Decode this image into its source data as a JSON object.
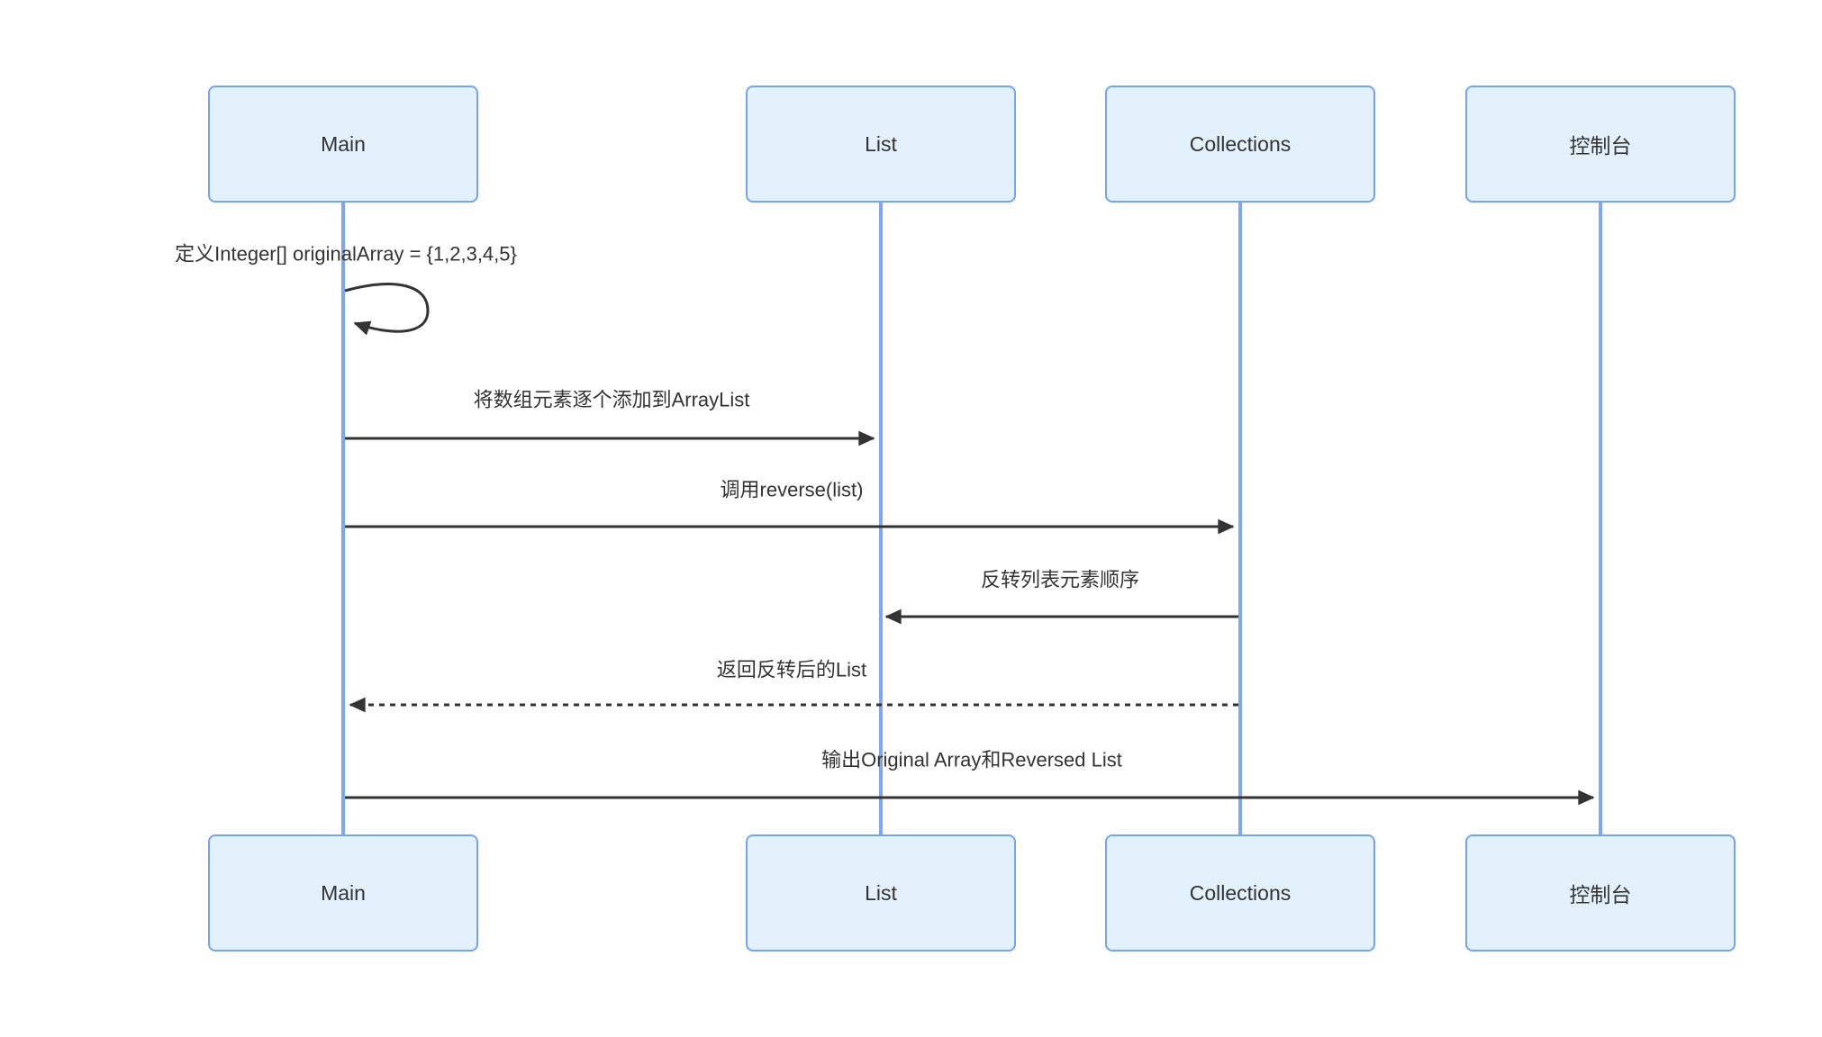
{
  "diagram": {
    "type": "sequence-diagram",
    "background": "#ffffff",
    "colors": {
      "actor_fill": "#e3f1fc",
      "actor_border": "#76a3ee",
      "lifeline": "#7da7f2",
      "message_line": "#333333",
      "text": "#333333"
    },
    "actors": [
      {
        "name": "Main"
      },
      {
        "name": "List"
      },
      {
        "name": "Collections"
      },
      {
        "name": "控制台"
      }
    ],
    "messages": [
      {
        "text": "定义Integer[] originalArray = {1,2,3,4,5}",
        "from": "Main",
        "to": "Main",
        "line": "solid",
        "kind": "self"
      },
      {
        "text": "将数组元素逐个添加到ArrayList",
        "from": "Main",
        "to": "List",
        "line": "solid",
        "kind": "call"
      },
      {
        "text": "调用reverse(list)",
        "from": "Main",
        "to": "Collections",
        "line": "solid",
        "kind": "call"
      },
      {
        "text": "反转列表元素顺序",
        "from": "Collections",
        "to": "List",
        "line": "solid",
        "kind": "call"
      },
      {
        "text": "返回反转后的List",
        "from": "Collections",
        "to": "Main",
        "line": "dashed",
        "kind": "return"
      },
      {
        "text": "输出Original Array和Reversed List",
        "from": "Main",
        "to": "控制台",
        "line": "solid",
        "kind": "call"
      }
    ]
  }
}
